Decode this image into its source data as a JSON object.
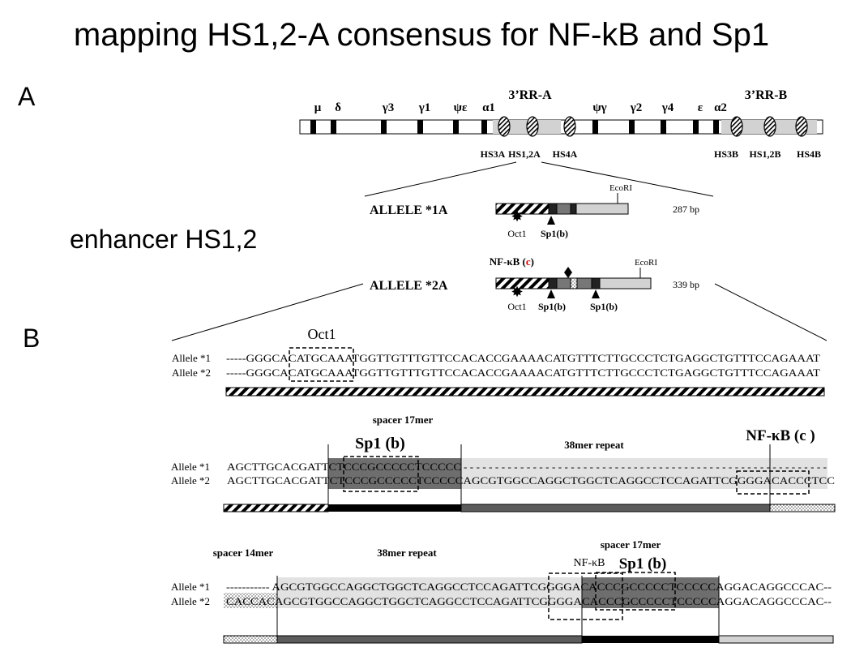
{
  "title": "mapping HS1,2-A consensus for NF-kB and Sp1",
  "panel_a_label": "A",
  "panel_b_label": "B",
  "enhancer_label": "enhancer HS1,2",
  "locus": {
    "gene_labels": [
      "μ",
      "δ",
      "γ3",
      "γ1",
      "ψε",
      "α1",
      "ψγ",
      "γ2",
      "γ4",
      "ε",
      "α2"
    ],
    "rr_a_label": "3’RR-A",
    "rr_b_label": "3’RR-B",
    "hs_labels_a": [
      "HS3A",
      "HS1,2A",
      "HS4A"
    ],
    "hs_labels_b": [
      "HS3B",
      "HS1,2B",
      "HS4B"
    ]
  },
  "allele1a": {
    "name": "ALLELE *1A",
    "size": "287 bp",
    "ecori": "EcoRI",
    "oct1": "Oct1",
    "sp1": "Sp1(b)"
  },
  "allele2a": {
    "name": "ALLELE *2A",
    "size": "339 bp",
    "ecori": "EcoRI",
    "oct1": "Oct1",
    "sp1_left": "Sp1(b)",
    "sp1_right": "Sp1(b)",
    "nfkb_prefix": "NF-κB (",
    "nfkb_c": "c",
    "nfkb_suffix": ")"
  },
  "block1": {
    "oct1_label": "Oct1",
    "allele1_label": "Allele *1",
    "allele2_label": "Allele *2",
    "seq1": "-----GGGCACATGCAAATGGTTGTTTGTTCCACACCGAAAACATGTTTCTTGCCCTCTGAGGCTGTTTCCAGAAAT",
    "seq2": "-----GGGCACATGCAAATGGTTGTTTGTTCCACACCGAAAACATGTTTCTTGCCCTCTGAGGCTGTTTCCAGAAAT"
  },
  "block2": {
    "spacer_label": "spacer  17mer",
    "sp1_label": "Sp1 (b)",
    "repeat_label": "38mer repeat",
    "nfkb_label": "NF-κB (c )",
    "allele1_label": "Allele *1",
    "allele2_label": "Allele *2",
    "seq1": "AGCTTGCACGATTCTCCCGCCCCCTCCCCC",
    "seq1_dashes": "----------------------------------------------------------",
    "seq2": "AGCTTGCACGATTCTCCCGCCCCCTCCCCCAGCGTGGCCAGGCTGGCTCAGGCCTCCAGATTCGGGGACACCCTCC"
  },
  "block3": {
    "spacer14_label": "spacer 14mer",
    "repeat_label": "38mer repeat",
    "spacer17_label": "spacer  17mer",
    "nfkb_label": "NF-κB",
    "sp1_label": "Sp1 (b)",
    "allele1_label": "Allele *1",
    "allele2_label": "Allele *2",
    "seq1": "----------- AGCGTGGCCAGGCTGGCTCAGGCCTCCAGATTCGGGGACACCCGCCCCCTCCCCCAGGACAGGCCCAC--",
    "seq2": "CACCACAGCGTGGCCAGGCTGGCTCAGGCCTCCAGATTCGGGGACACCCGCCCCCTCCCCCAGGACAGGCCCAC--"
  }
}
